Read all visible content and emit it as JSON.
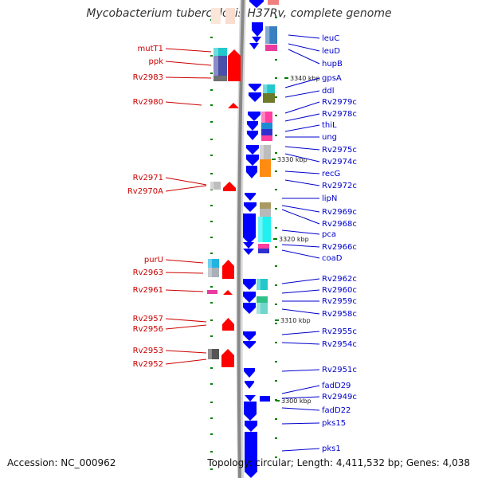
{
  "title": "Mycobacterium tuberculosis H37Rv, complete genome",
  "footer": {
    "accession": "Accession: NC_000962",
    "stats": "Topology: circular; Length: 4,411,532 bp; Genes: 4,038"
  },
  "colors": {
    "reverse": "#ff0000",
    "forward": "#0000ff",
    "tick": "#008000",
    "backbone": "#888888",
    "label_left": "#cc0000",
    "label_right": "#0000cc"
  },
  "scale_ticks": [
    {
      "label": "3340 kbp"
    },
    {
      "label": "3330 kbp"
    },
    {
      "label": "3320 kbp"
    },
    {
      "label": "3310 kbp"
    },
    {
      "label": "3300 kbp"
    }
  ],
  "left_genes": [
    "mutT1",
    "ppk",
    "Rv2983",
    "Rv2980",
    "Rv2971",
    "Rv2970A",
    "purU",
    "Rv2963",
    "Rv2961",
    "Rv2957",
    "Rv2956",
    "Rv2953",
    "Rv2952"
  ],
  "right_genes": [
    "leuC",
    "leuD",
    "hupB",
    "gpsA",
    "ddl",
    "Rv2979c",
    "Rv2978c",
    "thiL",
    "ung",
    "Rv2975c",
    "Rv2974c",
    "recG",
    "Rv2972c",
    "lipN",
    "Rv2969c",
    "Rv2968c",
    "pca",
    "Rv2966c",
    "coaD",
    "Rv2962c",
    "Rv2960c",
    "Rv2959c",
    "Rv2958c",
    "Rv2955c",
    "Rv2954c",
    "Rv2951c",
    "fadD29",
    "Rv2949c",
    "fadD22",
    "pks15",
    "pks1"
  ]
}
